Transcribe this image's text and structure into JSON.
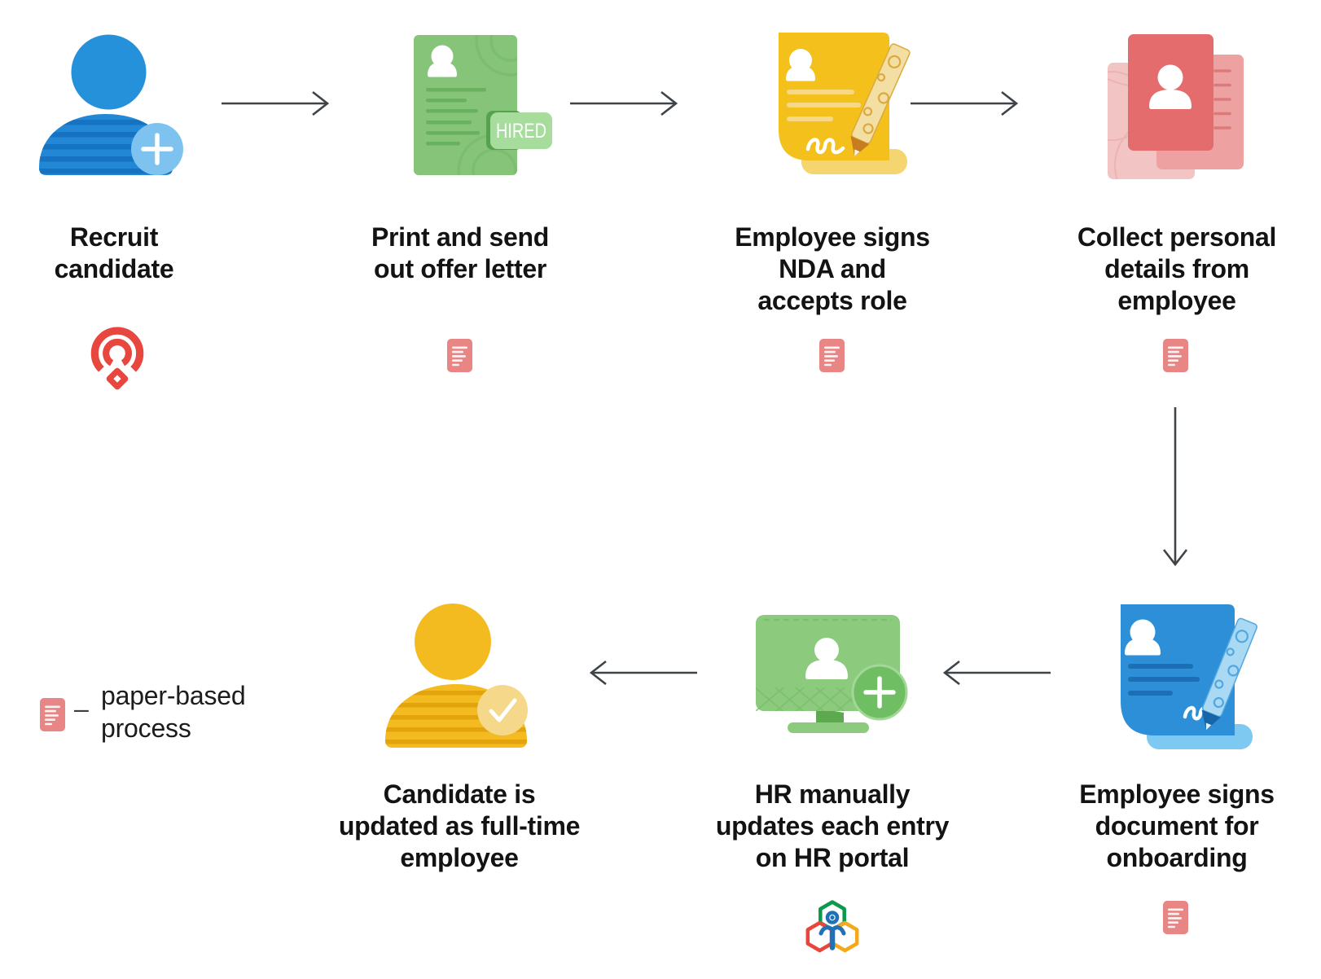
{
  "colors": {
    "background": "#ffffff",
    "text": "#131313",
    "arrow": "#3e4347",
    "blue": "#2591db",
    "light_blue": "#7ec3ef",
    "green": "#86c47a",
    "badge_green": "#a6dd9c",
    "yellow": "#f3c01c",
    "gold": "#f3bb20",
    "red": "#e56c6c",
    "paper_red": "#e88585"
  },
  "steps": [
    {
      "id": 1,
      "label": "Recruit candidate",
      "lines": [
        "Recruit",
        "candidate"
      ],
      "icon": "candidate-add",
      "brand": "zoho-recruit",
      "paper_based": false
    },
    {
      "id": 2,
      "label": "Print and send out offer letter",
      "lines": [
        "Print and send",
        "out offer letter"
      ],
      "icon": "offer-letter",
      "badge_text": "HIRED",
      "paper_based": true
    },
    {
      "id": 3,
      "label": "Employee signs NDA and accepts role",
      "lines": [
        "Employee signs",
        "NDA and",
        "accepts role"
      ],
      "icon": "nda-sign",
      "paper_based": true
    },
    {
      "id": 4,
      "label": "Collect personal details from employee",
      "lines": [
        "Collect personal",
        "details from",
        "employee"
      ],
      "icon": "documents-stack",
      "paper_based": true
    },
    {
      "id": 5,
      "label": "Employee signs document for onboarding",
      "lines": [
        "Employee signs",
        "document for",
        "onboarding"
      ],
      "icon": "onboarding-sign",
      "paper_based": true
    },
    {
      "id": 6,
      "label": "HR manually updates each entry on HR portal",
      "lines": [
        "HR manually",
        "updates each entry",
        "on HR portal"
      ],
      "icon": "hr-portal-monitor",
      "brand": "zoho-people",
      "paper_based": false
    },
    {
      "id": 7,
      "label": "Candidate is updated as full-time employee",
      "lines": [
        "Candidate is",
        "updated as full-time",
        "employee"
      ],
      "icon": "employee-confirmed",
      "paper_based": false
    }
  ],
  "legend": {
    "lines": [
      "paper-based",
      "process"
    ],
    "separator": "–",
    "icon": "paper-process"
  }
}
